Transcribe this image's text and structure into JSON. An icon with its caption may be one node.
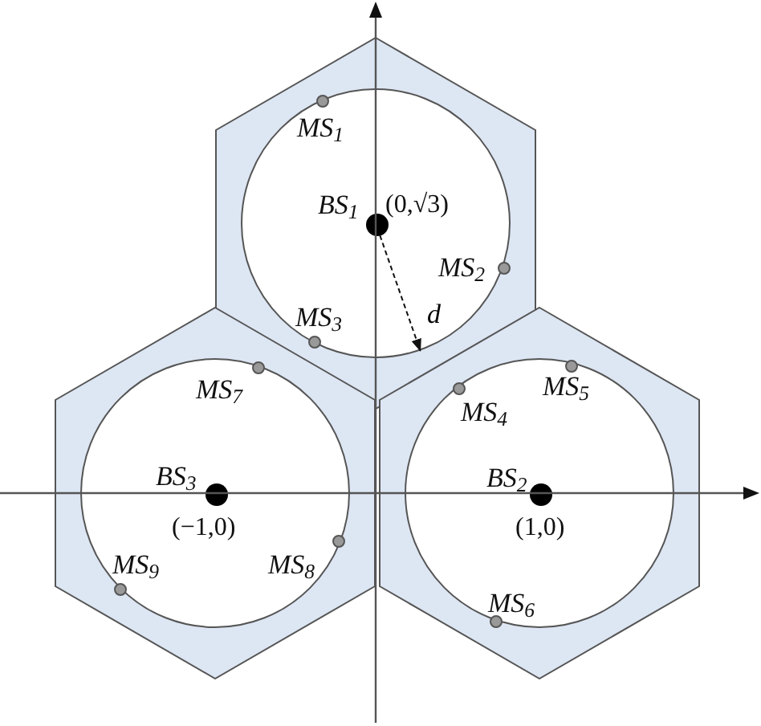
{
  "diagram": {
    "nodes": [
      {
        "text": [],
        "shape": "hexagon"
      },
      {
        "text": [],
        "shape": "circle",
        "in": 0
      },
      {
        "text": [
          "BS$_{1}$"
        ],
        "beside": [
          "(0,√3)"
        ],
        "in": 1
      },
      {
        "text": [
          "MS$_{1}$"
        ],
        "in": 1
      },
      {
        "text": [
          "MS$_{2}$"
        ],
        "in": 1
      },
      {
        "text": [
          "MS$_{3}$"
        ],
        "in": 1
      },
      {
        "text": [],
        "shape": "hexagon"
      },
      {
        "text": [],
        "shape": "circle",
        "in": 6
      },
      {
        "text": [
          "BS$_{3}$"
        ],
        "beside": [
          "(−1,0)"
        ],
        "in": 7
      },
      {
        "text": [
          "MS$_{7}$"
        ],
        "in": 7
      },
      {
        "text": [
          "MS$_{8}$"
        ],
        "in": 7
      },
      {
        "text": [
          "MS$_{9}$"
        ],
        "in": 7
      },
      {
        "text": [],
        "shape": "hexagon"
      },
      {
        "text": [],
        "shape": "circle",
        "in": 12
      },
      {
        "text": [
          "BS$_{2}$"
        ],
        "beside": [
          "(1,0)"
        ],
        "in": 13
      },
      {
        "text": [
          "MS$_{4}$"
        ],
        "in": 13
      },
      {
        "text": [
          "MS$_{5}$"
        ],
        "in": 13
      },
      {
        "text": [
          "MS$_{6}$"
        ],
        "in": 13
      }
    ],
    "edges": [
      {
        "from": 2,
        "to": 1,
        "arrow": "to",
        "style": "dashed",
        "label": "d"
      }
    ]
  }
}
